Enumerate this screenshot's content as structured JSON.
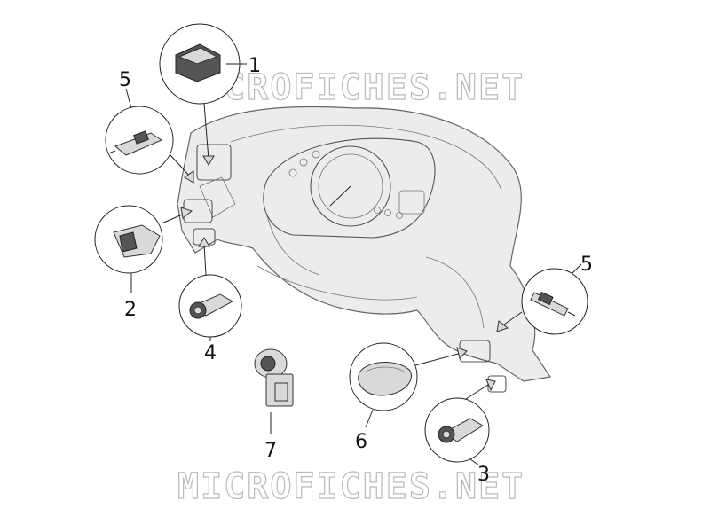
{
  "watermark": {
    "top": "MICROFICHES.NET",
    "bottom": "MICROFICHES.NET"
  },
  "callouts": [
    {
      "id": "callout-1",
      "number": "1"
    },
    {
      "id": "callout-5-left",
      "number": "5"
    },
    {
      "id": "callout-2",
      "number": "2"
    },
    {
      "id": "callout-4",
      "number": "4"
    },
    {
      "id": "callout-7",
      "number": "7"
    },
    {
      "id": "callout-6",
      "number": "6"
    },
    {
      "id": "callout-5-right",
      "number": "5"
    },
    {
      "id": "callout-3",
      "number": "3"
    }
  ],
  "colors": {
    "line": "#222222",
    "fairing": "#ececec",
    "watermark": "#b9b9b9"
  }
}
